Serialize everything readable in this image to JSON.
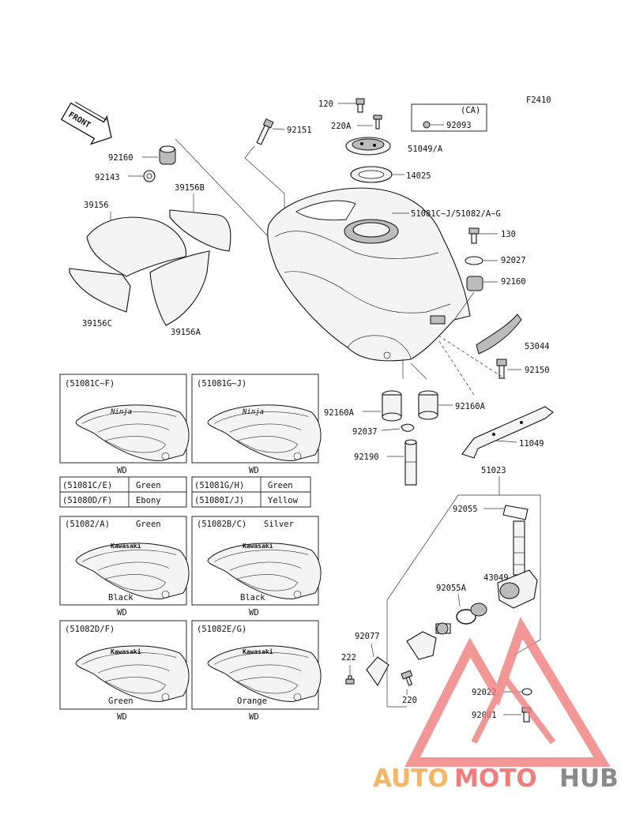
{
  "figure_code": "F2410",
  "front_label": "FRONT",
  "ca_label": "(CA)",
  "callouts": {
    "p120": "120",
    "p220A": "220A",
    "p92151": "92151",
    "p92093": "92093",
    "p51049A": "51049/A",
    "p14025": "14025",
    "p92160_top": "92160",
    "p92143": "92143",
    "p39156B": "39156B",
    "p39156": "39156",
    "p39156C": "39156C",
    "p39156A": "39156A",
    "p51081": "51081C~J/51082/A~G",
    "p130": "130",
    "p92027": "92027",
    "p92160_right": "92160",
    "p53044": "53044",
    "p92150": "92150",
    "p92160A_left": "92160A",
    "p92160A_right": "92160A",
    "p92037": "92037",
    "p11049": "11049",
    "p92190": "92190",
    "p51023": "51023",
    "p92055": "92055",
    "p43049": "43049",
    "p92055A": "92055A",
    "p92077": "92077",
    "p222": "222",
    "p220": "220",
    "p92022": "92022",
    "p92001": "92001"
  },
  "variants": [
    {
      "code": "(51081C~F)",
      "color": "",
      "footer": "WD",
      "tank_label": ""
    },
    {
      "code": "(51081G~J)",
      "color": "",
      "footer": "WD",
      "tank_label": ""
    },
    {
      "code": "(51082/A)",
      "color": "Green",
      "footer": "WD",
      "tank_label": "Black"
    },
    {
      "code": "(51082B/C)",
      "color": "Silver",
      "footer": "WD",
      "tank_label": "Black"
    },
    {
      "code": "(51082D/F)",
      "color": "",
      "footer": "WD",
      "tank_label": "Green"
    },
    {
      "code": "(51082E/G)",
      "color": "",
      "footer": "WD",
      "tank_label": "Orange"
    }
  ],
  "color_tables": [
    {
      "rows": [
        {
          "code": "(51081C/E)",
          "color": "Green"
        },
        {
          "code": "(51080D/F)",
          "color": "Ebony"
        }
      ]
    },
    {
      "rows": [
        {
          "code": "(51081G/H)",
          "color": "Green"
        },
        {
          "code": "(51080I/J)",
          "color": "Yellow"
        }
      ]
    }
  ],
  "watermark": {
    "part1": "AUTO",
    "part2": "MOTO",
    "part3": "HUB"
  },
  "colors": {
    "watermark_orange": "#f4b565",
    "watermark_red": "#f07c7c",
    "watermark_gray": "#8a8a8a"
  }
}
